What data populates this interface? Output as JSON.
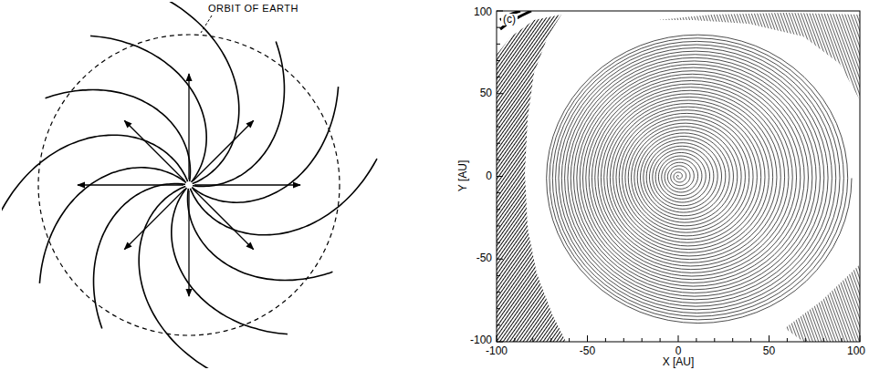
{
  "diagram": {
    "labels": [
      "ORBIT OF EARTH",
      "(c)",
      "100",
      "50",
      "0",
      "-50",
      "-100",
      "Y [AU]",
      "-100",
      "-50",
      "0",
      "50",
      "100",
      "X [AU]"
    ]
  }
}
